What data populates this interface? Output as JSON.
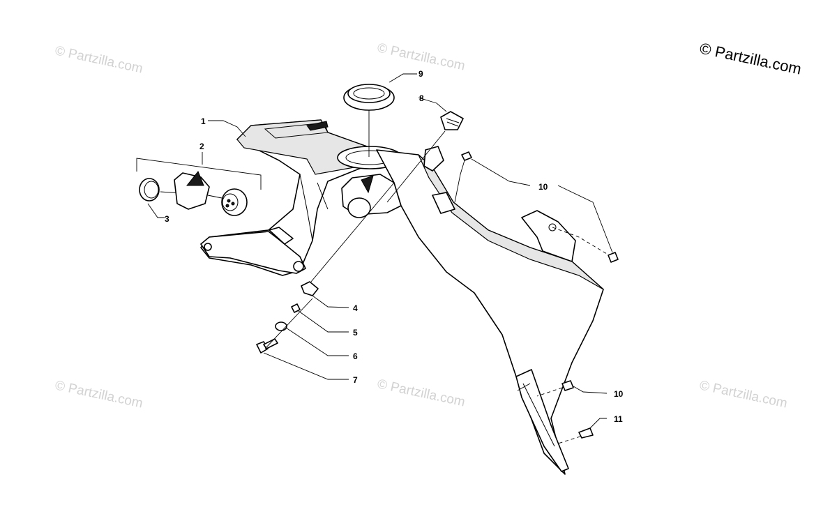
{
  "watermarks": {
    "corner": "© Partzilla.com",
    "faint": "© Partzilla.com"
  },
  "callouts": {
    "c1": "1",
    "c2": "2",
    "c3": "3",
    "c4": "4",
    "c5": "5",
    "c6": "6",
    "c7": "7",
    "c8": "8",
    "c9": "9",
    "c10a": "10",
    "c10b": "10",
    "c11": "11"
  }
}
